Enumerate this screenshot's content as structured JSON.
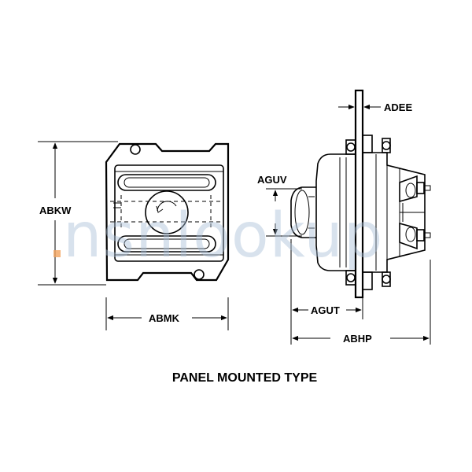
{
  "labels": {
    "abkw": "ABKW",
    "abmk": "ABMK",
    "aguv": "AGUV",
    "adee": "ADEE",
    "agut": "AGUT",
    "abhp": "ABHP"
  },
  "caption": "PANEL MOUNTED TYPE",
  "watermark": "nsnlookup"
}
